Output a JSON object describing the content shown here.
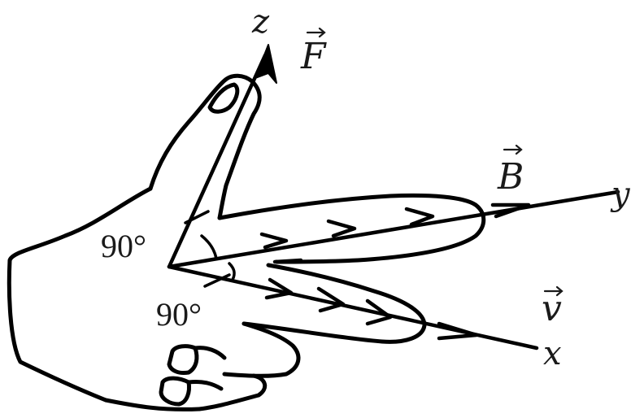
{
  "axes": {
    "z": {
      "label": "z",
      "vector": "F"
    },
    "y": {
      "label": "y",
      "vector": "B"
    },
    "x": {
      "label": "x",
      "vector": "v"
    }
  },
  "angles": {
    "upper": "90°",
    "lower": "90°"
  },
  "icons": [
    "left-hand-icon",
    "arrowhead-icon",
    "vector-arrow-icon"
  ]
}
